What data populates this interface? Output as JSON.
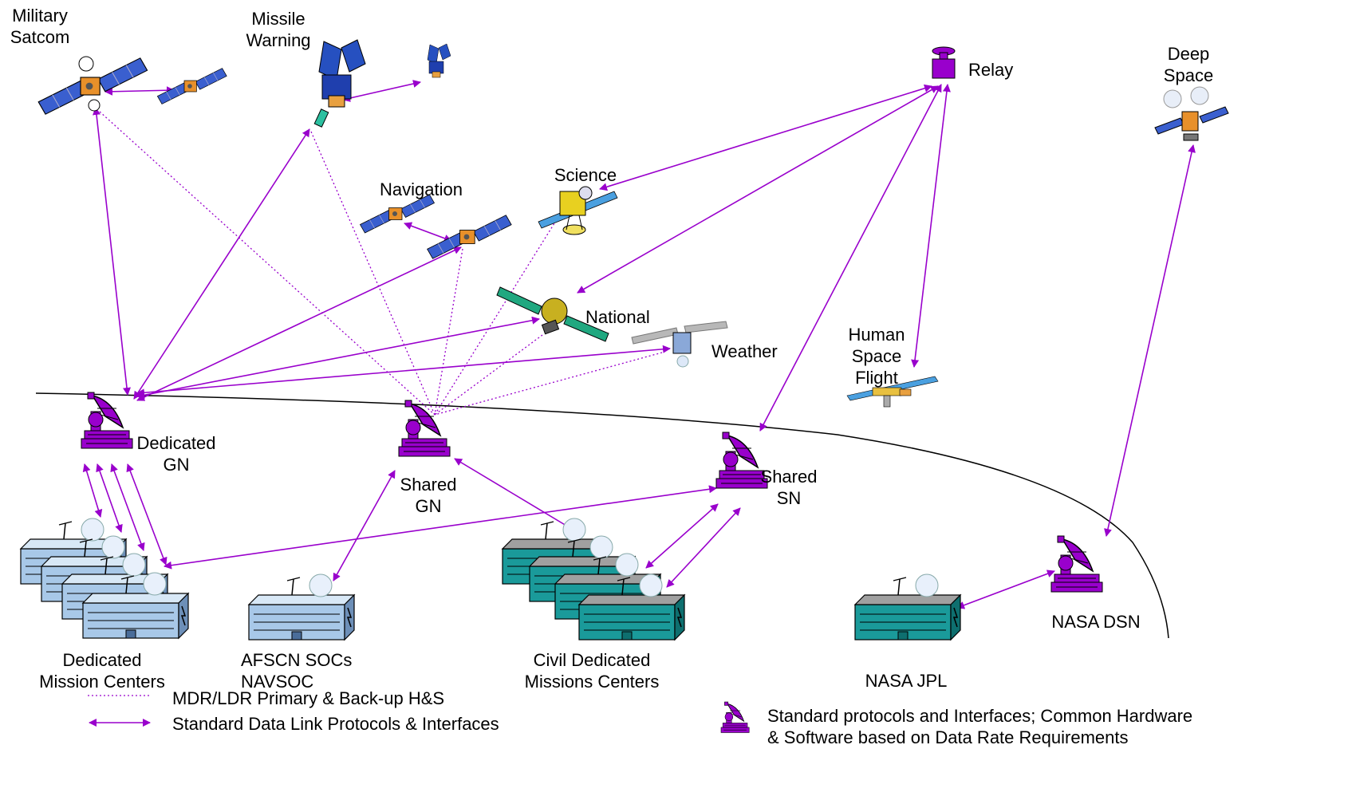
{
  "labels": {
    "military_satcom": "Military\nSatcom",
    "missile_warning": "Missile\nWarning",
    "navigation": "Navigation",
    "science": "Science",
    "relay": "Relay",
    "deep_space": "Deep\nSpace",
    "national": "National",
    "weather": "Weather",
    "human_space_flight": "Human\nSpace\nFlight",
    "dedicated_gn": "Dedicated\nGN",
    "shared_gn": "Shared\nGN",
    "shared_sn": "Shared\nSN",
    "nasa_dsn": "NASA DSN",
    "dedicated_mission_centers": "Dedicated\nMission Centers",
    "afscn_socs": "AFSCN SOCs\nNAVSOC",
    "civil_dedicated": "Civil Dedicated\nMissions Centers",
    "nasa_jpl": "NASA JPL"
  },
  "legend": {
    "dotted_line": "MDR/LDR Primary & Back-up H&S",
    "arrow_line": "Standard Data Link Protocols & Interfaces",
    "antenna_icon": "Standard protocols and Interfaces; Common Hardware\n& Software based on Data Rate Requirements"
  },
  "colors": {
    "link": "#9900cc",
    "antenna": "#9900cc",
    "building_blue": "#a8c8e8",
    "building_teal": "#1a9a9a",
    "solar_panel": "#3a5fcf"
  }
}
